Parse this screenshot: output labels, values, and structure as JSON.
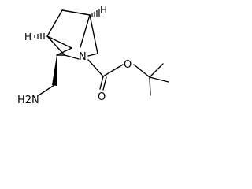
{
  "structure": {
    "atoms": {
      "n": "N",
      "o_ester": "O",
      "o_carbonyl": "O",
      "amine": "H2N"
    },
    "stereo_h": {
      "top_right": "H",
      "left": "H"
    }
  },
  "colors": {
    "ink": "#000000",
    "background": "#ffffff"
  }
}
